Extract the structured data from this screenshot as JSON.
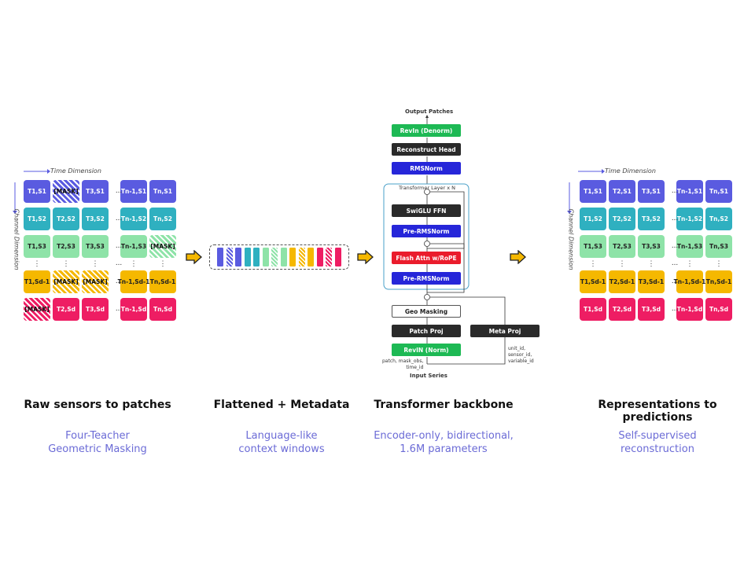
{
  "left_grid": {
    "time_label": "Time Dimension",
    "channel_label": "Channel Dimension",
    "rows": [
      [
        "T1,S1",
        "[MASK]",
        "T3,S1",
        "Tn-1,S1",
        "Tn,S1"
      ],
      [
        "T1,S2",
        "T2,S2",
        "T3,S2",
        "Tn-1,S2",
        "Tn,S2"
      ],
      [
        "T1,S3",
        "T2,S3",
        "T3,S3",
        "Tn-1,S3",
        "[MASK]"
      ],
      [
        "T1,Sd-1",
        "[MASK]",
        "[MASK]",
        "Tn-1,Sd-1",
        "Tn,Sd-1"
      ],
      [
        "[MASK]",
        "T2,Sd",
        "T3,Sd",
        "Tn-1,Sd",
        "Tn,Sd"
      ]
    ],
    "ellipsis": "...",
    "vdots": "⋮"
  },
  "right_grid": {
    "time_label": "Time Dimension",
    "channel_label": "Channel Dimension",
    "rows": [
      [
        "T1,S1",
        "T2,S1",
        "T3,S1",
        "Tn-1,S1",
        "Tn,S1"
      ],
      [
        "T1,S2",
        "T2,S2",
        "T3,S2",
        "Tn-1,S2",
        "Tn,S2"
      ],
      [
        "T1,S3",
        "T2,S3",
        "T3,S3",
        "Tn-1,S3",
        "Tn,S3"
      ],
      [
        "T1,Sd-1",
        "T2,Sd-1",
        "T3,Sd-1",
        "Tn-1,Sd-1",
        "Tn,Sd-1"
      ],
      [
        "T1,Sd",
        "T2,Sd",
        "T3,Sd",
        "Tn-1,Sd",
        "Tn,Sd"
      ]
    ]
  },
  "backbone": {
    "output_label": "Output Patches",
    "revin_denorm": "RevIn (Denorm)",
    "reconstruct_head": "Reconstruct Head",
    "rmsnorm": "RMSNorm",
    "transformer_layer": "Transformer Layer x N",
    "swiglu": "SwiGLU FFN",
    "pre_rmsnorm_top": "Pre-RMSNorm",
    "flash_attn": "Flash Attn w/RoPE",
    "pre_rmsnorm_bottom": "Pre-RMSNorm",
    "geo_masking": "Geo Masking",
    "patch_proj": "Patch Proj",
    "meta_proj": "Meta Proj",
    "revin_norm": "RevIN (Norm)",
    "patch_inputs": "patch, mask_obs,\ntime_id",
    "meta_inputs": "unit_id,\nsensor_id,\nvariable_id",
    "input_label": "Input Series",
    "plus": "+"
  },
  "stages": [
    {
      "title": "Raw sensors to patches",
      "subtitle": "Four-Teacher\nGeometric Masking"
    },
    {
      "title": "Flattened + Metadata",
      "subtitle": "Language-like\ncontext windows"
    },
    {
      "title": "Transformer backbone",
      "subtitle": "Encoder-only, bidirectional,\n1.6M parameters"
    },
    {
      "title": "Representations to predictions",
      "subtitle": "Self-supervised\nreconstruction"
    }
  ],
  "colors": {
    "purple": "#5a5be0",
    "teal": "#2fb0c0",
    "green": "#8ee3a8",
    "yellow": "#f5b800",
    "red": "#ee1d63",
    "arrow": "#f5b800",
    "subtitle": "#6b6bd6"
  }
}
